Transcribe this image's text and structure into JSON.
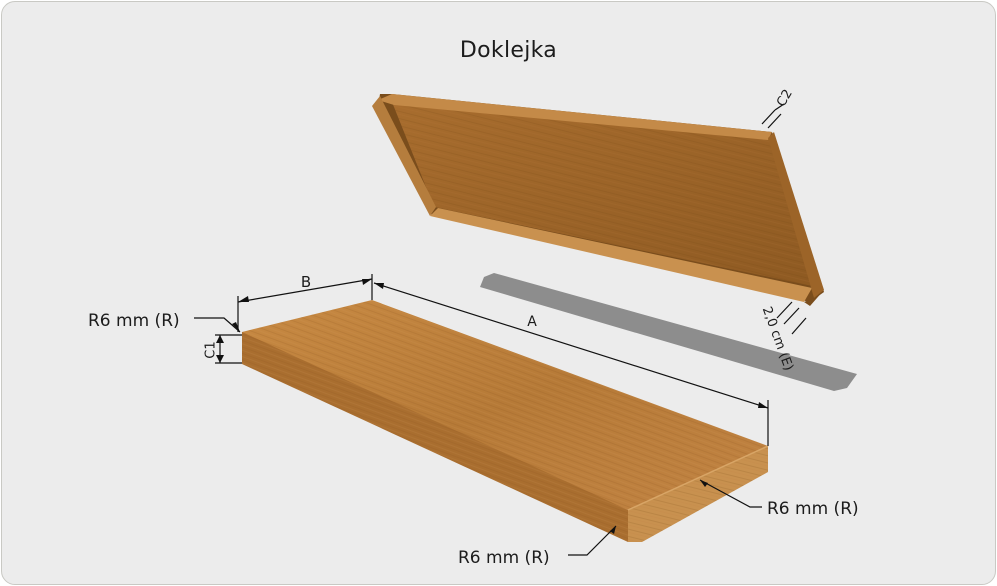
{
  "title": "Doklejka",
  "labels": {
    "b": "B",
    "a": "A",
    "c1": "C1",
    "c2": "C2",
    "e": "2,0 cm (E)",
    "r_top_left": "R6 mm (R)",
    "r_right": "R6 mm (R)",
    "r_bottom": "R6 mm (R)"
  },
  "colors": {
    "background": "#ececec",
    "wood_top": "#b87d3a",
    "wood_edge": "#9a6428",
    "shadow": "#8f8f8f"
  }
}
